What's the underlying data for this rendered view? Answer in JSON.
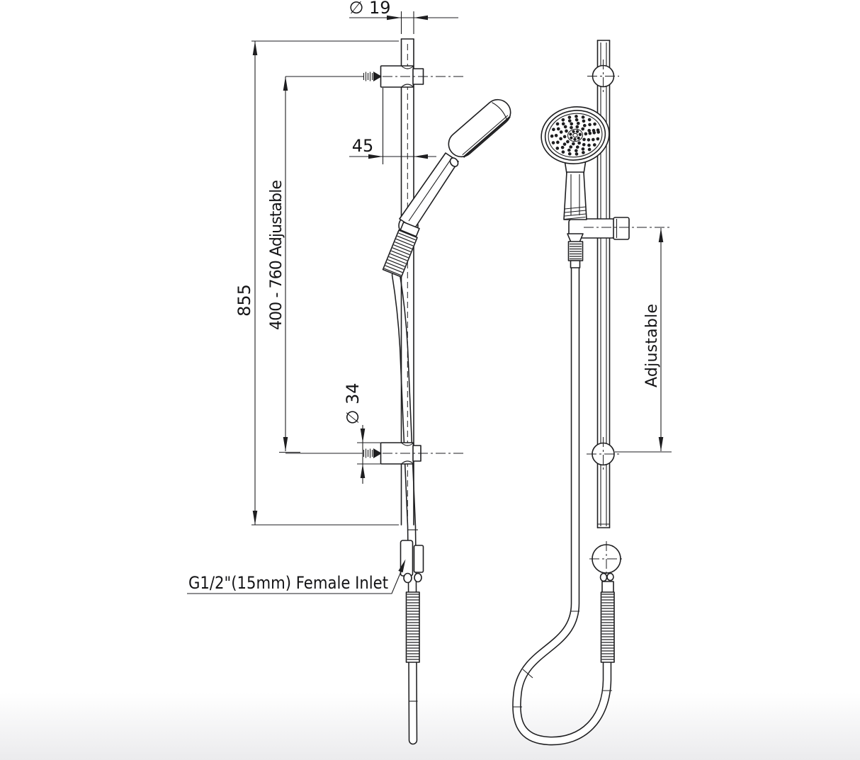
{
  "drawing": {
    "background_color": "#ffffff",
    "line_color": "#1e1e20",
    "views": {
      "side": {
        "title": "side view",
        "dims": {
          "rail_diameter": "∅ 19",
          "wall_to_rail": "45",
          "overall_height": "855",
          "bracket_centres": "400 - 760 Adjustable",
          "bracket_diameter": "∅ 34"
        },
        "callout": {
          "inlet": "G1/2\"(15mm) Female Inlet"
        }
      },
      "front": {
        "title": "front view",
        "dims": {
          "slider": "Adjustable"
        }
      }
    },
    "components": {
      "rail": "slide-rail",
      "hand_shower": "hand-shower",
      "holder": "slider-holder",
      "hose": "flexible-hose",
      "bracket_top": "top-wall-bracket",
      "bracket_bottom": "bottom-wall-bracket",
      "elbow": "wall-supply-elbow"
    }
  }
}
